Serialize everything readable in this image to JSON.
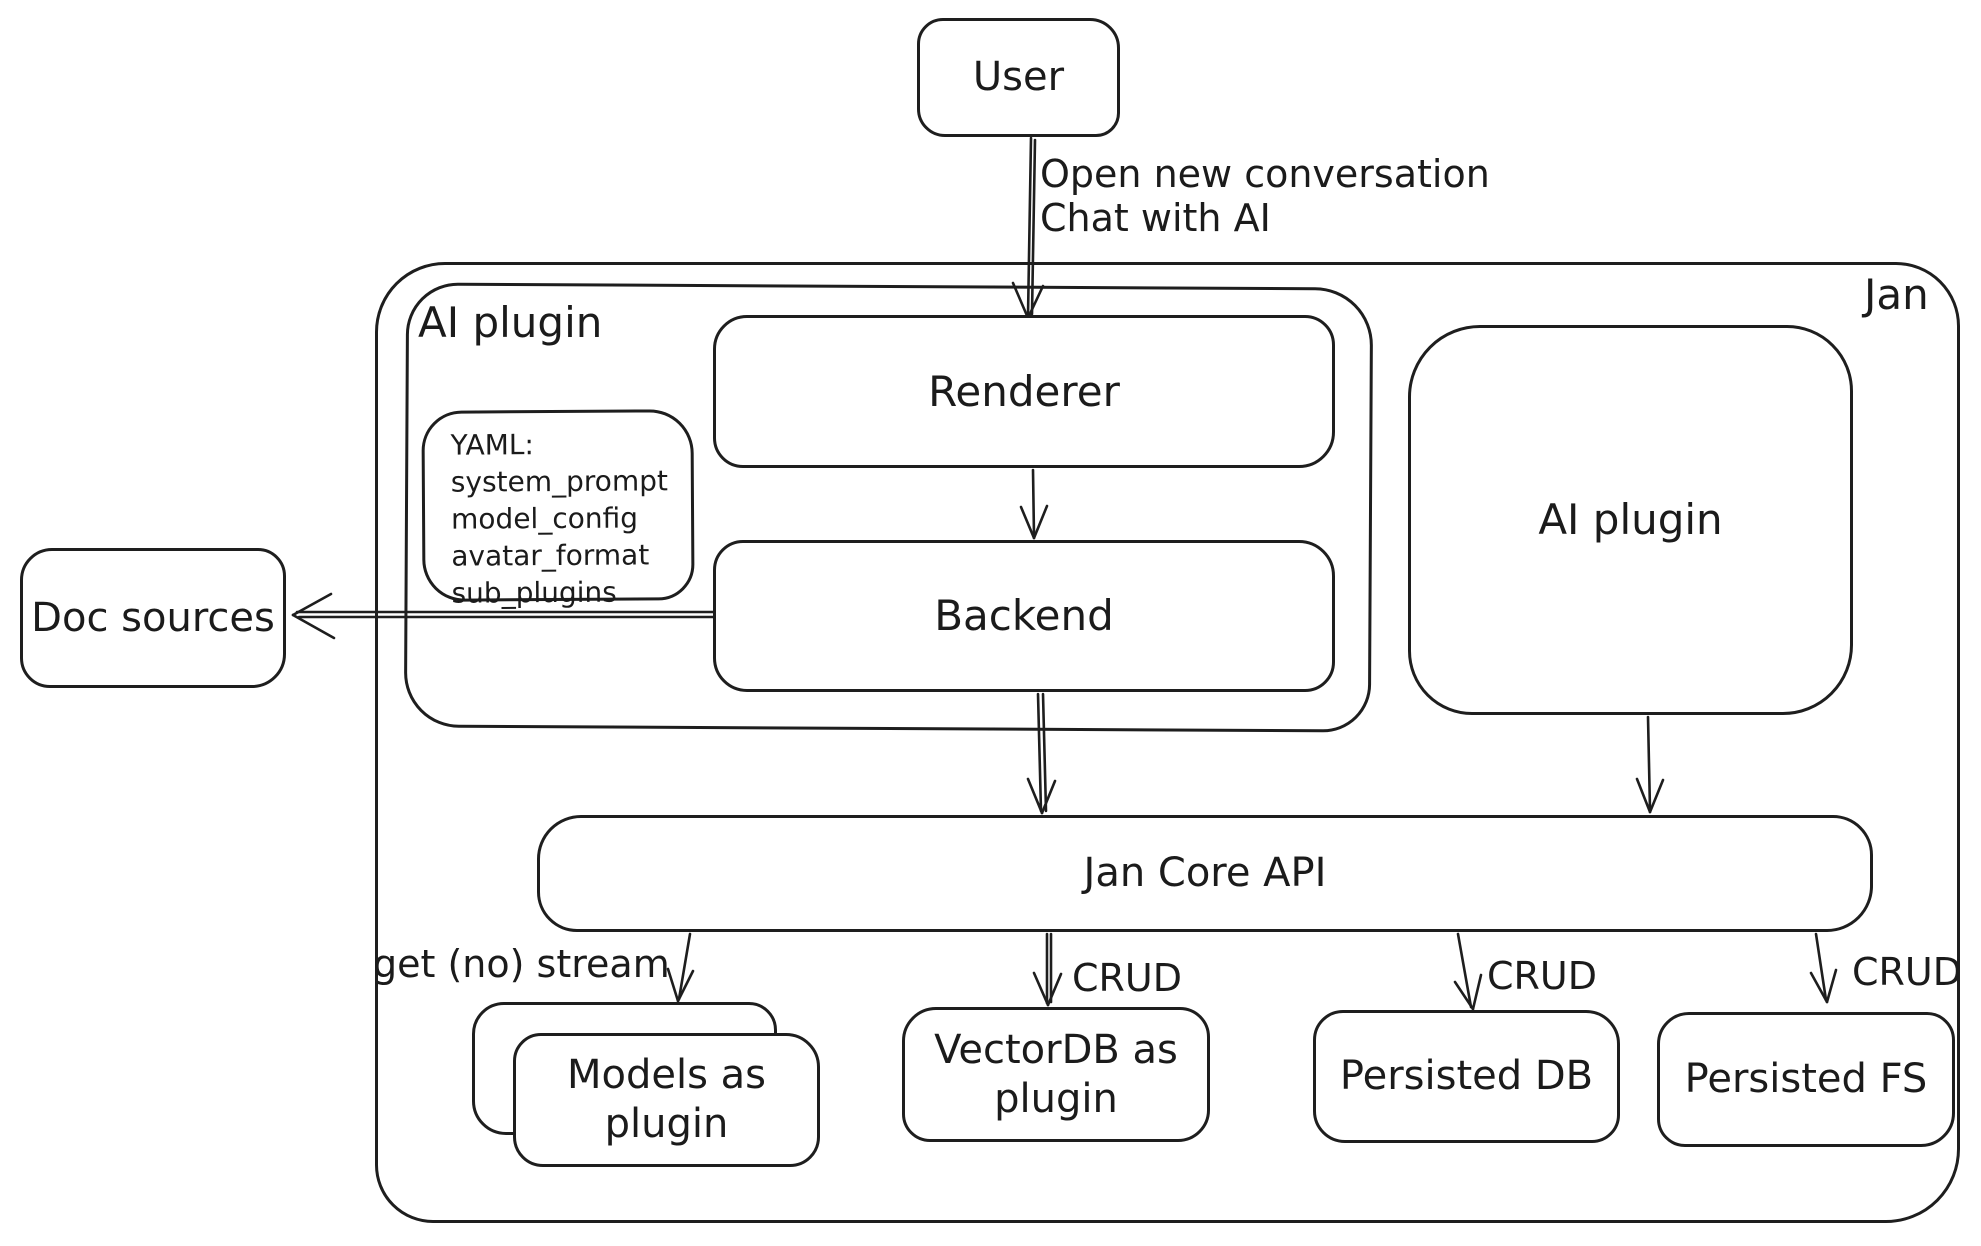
{
  "diagram": {
    "title_context": "Jan architecture sketch",
    "nodes": {
      "user": "User",
      "jan_label": "Jan",
      "ai_plugin_container_label": "AI plugin",
      "renderer": "Renderer",
      "backend": "Backend",
      "ai_plugin_right": "AI plugin",
      "doc_sources": "Doc sources",
      "jan_core_api": "Jan Core API",
      "models_plugin": "Models as plugin",
      "vectordb_plugin": "VectorDB as plugin",
      "persisted_db": "Persisted DB",
      "persisted_fs": "Persisted FS"
    },
    "yaml_note": {
      "title": "YAML:",
      "lines": [
        "system_prompt",
        "model_config",
        "avatar_format",
        "sub_plugins"
      ]
    },
    "edge_labels": {
      "user_to_renderer_line1": "Open new conversation",
      "user_to_renderer_line2": "Chat with AI",
      "api_to_models": "get (no) stream",
      "api_to_vectordb": "CRUD",
      "api_to_persisted_db": "CRUD",
      "api_to_persisted_fs": "CRUD"
    },
    "colors": {
      "stroke": "#1e1e1e",
      "background": "#ffffff"
    }
  }
}
